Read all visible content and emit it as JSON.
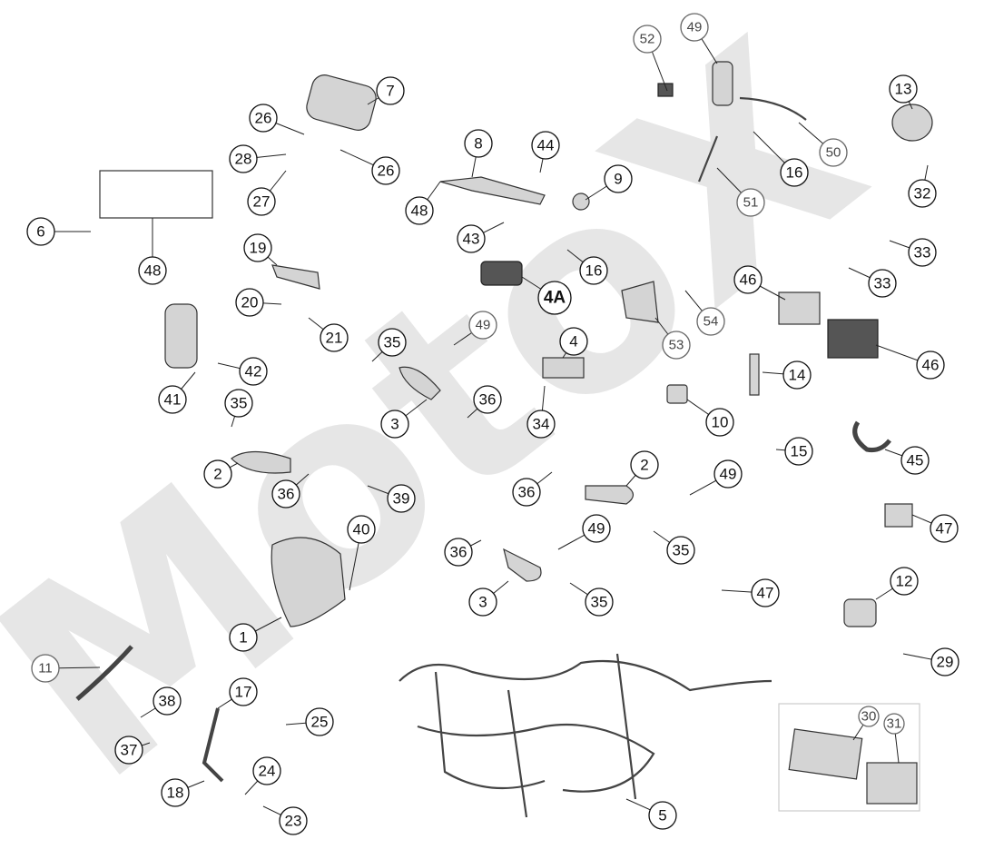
{
  "watermark": "MotoX",
  "callouts": [
    {
      "label": "49"
    },
    {
      "label": "52"
    },
    {
      "label": "7"
    },
    {
      "label": "13"
    },
    {
      "label": "26"
    },
    {
      "label": "26"
    },
    {
      "label": "28"
    },
    {
      "label": "27"
    },
    {
      "label": "8"
    },
    {
      "label": "44"
    },
    {
      "label": "9"
    },
    {
      "label": "48"
    },
    {
      "label": "50"
    },
    {
      "label": "16"
    },
    {
      "label": "51"
    },
    {
      "label": "32"
    },
    {
      "label": "6"
    },
    {
      "label": "48"
    },
    {
      "label": "43"
    },
    {
      "label": "16"
    },
    {
      "label": "33"
    },
    {
      "label": "33"
    },
    {
      "label": "19"
    },
    {
      "label": "20"
    },
    {
      "label": "21"
    },
    {
      "label": "4A"
    },
    {
      "label": "46"
    },
    {
      "label": "53"
    },
    {
      "label": "54"
    },
    {
      "label": "49"
    },
    {
      "label": "35"
    },
    {
      "label": "42"
    },
    {
      "label": "41"
    },
    {
      "label": "4"
    },
    {
      "label": "46"
    },
    {
      "label": "14"
    },
    {
      "label": "35"
    },
    {
      "label": "36"
    },
    {
      "label": "3"
    },
    {
      "label": "34"
    },
    {
      "label": "10"
    },
    {
      "label": "15"
    },
    {
      "label": "45"
    },
    {
      "label": "2"
    },
    {
      "label": "36"
    },
    {
      "label": "2"
    },
    {
      "label": "49"
    },
    {
      "label": "36"
    },
    {
      "label": "39"
    },
    {
      "label": "40"
    },
    {
      "label": "47"
    },
    {
      "label": "49"
    },
    {
      "label": "36"
    },
    {
      "label": "35"
    },
    {
      "label": "12"
    },
    {
      "label": "3"
    },
    {
      "label": "35"
    },
    {
      "label": "47"
    },
    {
      "label": "1"
    },
    {
      "label": "29"
    },
    {
      "label": "11"
    },
    {
      "label": "17"
    },
    {
      "label": "38"
    },
    {
      "label": "25"
    },
    {
      "label": "37"
    },
    {
      "label": "30"
    },
    {
      "label": "31"
    },
    {
      "label": "24"
    },
    {
      "label": "18"
    },
    {
      "label": "23"
    },
    {
      "label": "5"
    }
  ]
}
